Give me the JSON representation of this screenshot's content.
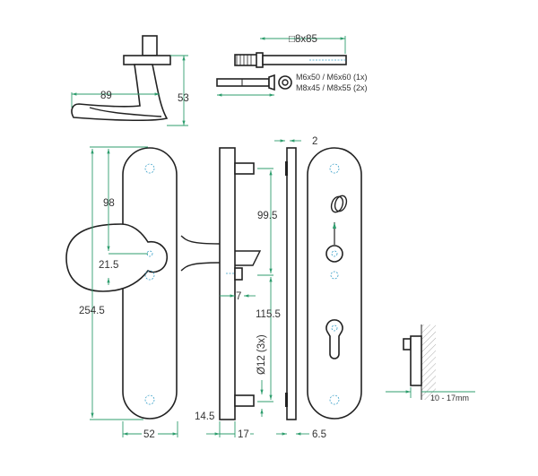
{
  "dimensions": {
    "handle_length": "89",
    "handle_height": "53",
    "spindle": "□8x85",
    "screws_line1": "M6x50 / M6x60 (1x)",
    "screws_line2": "M8x45 / M8x55 (2x)",
    "plate_height": "254.5",
    "knob_offset": "98",
    "knob_gap": "21.5",
    "plate_width": "52",
    "pin_spacing_top": "99.5",
    "pin_spacing_bottom": "115.5",
    "pin_length": "7",
    "pin_diameter": "Ø12 (3x)",
    "bottom_offset": "14.5",
    "side_depth": "17",
    "back_plate": "2",
    "back_plate_depth": "6.5",
    "door_thickness": "10 - 17mm"
  },
  "colors": {
    "dimension_line": "#2f9e6e",
    "hole_marks": "#3aa0c8",
    "outline": "#222222"
  }
}
